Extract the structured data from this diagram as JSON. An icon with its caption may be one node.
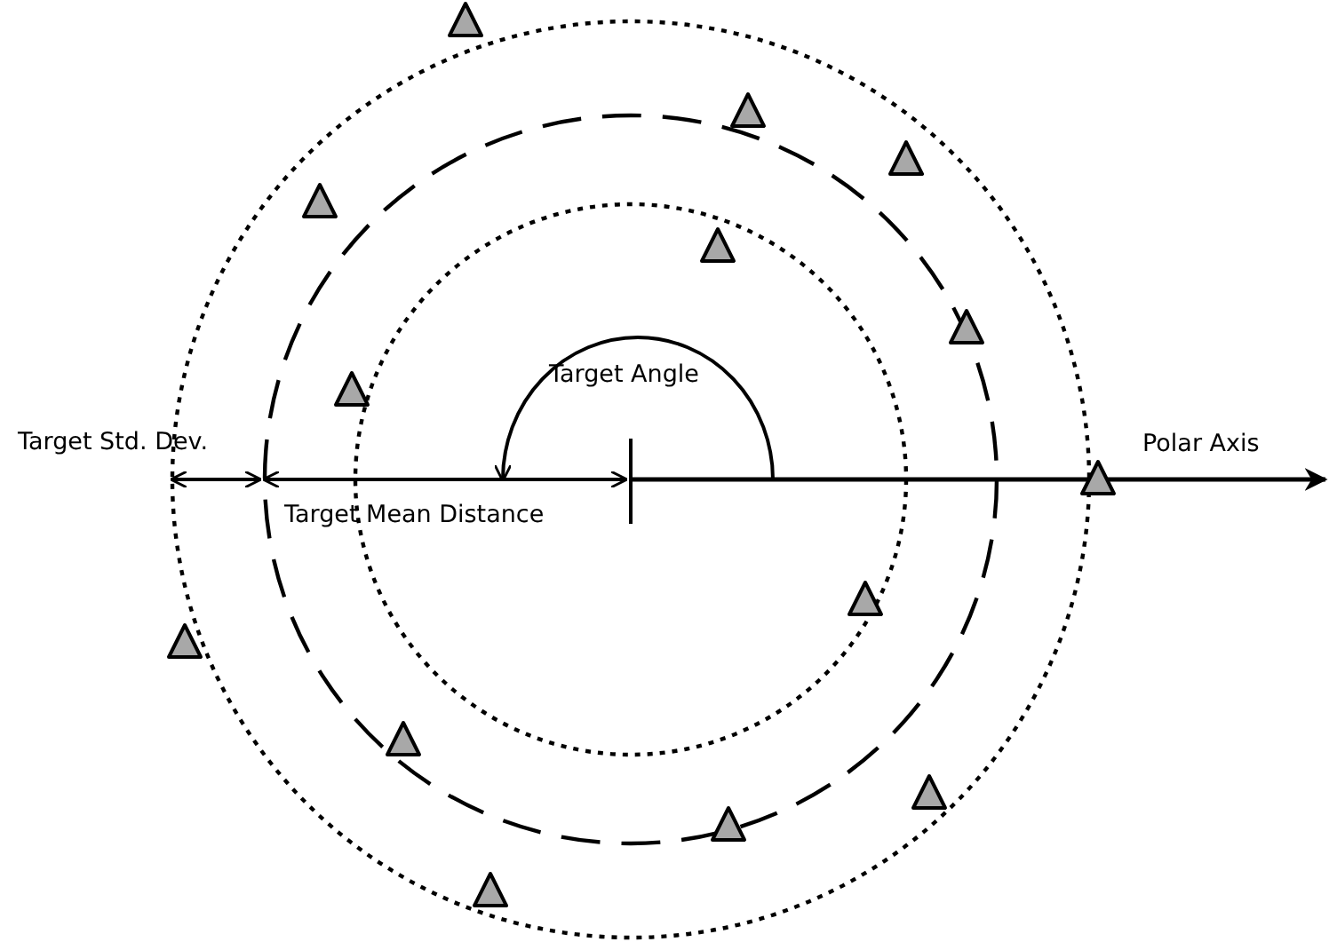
{
  "diagram": {
    "labels": [
      "Target Std. Dev.",
      "Polar Axis",
      "Target Angle",
      "Target Mean Distance"
    ]
  }
}
